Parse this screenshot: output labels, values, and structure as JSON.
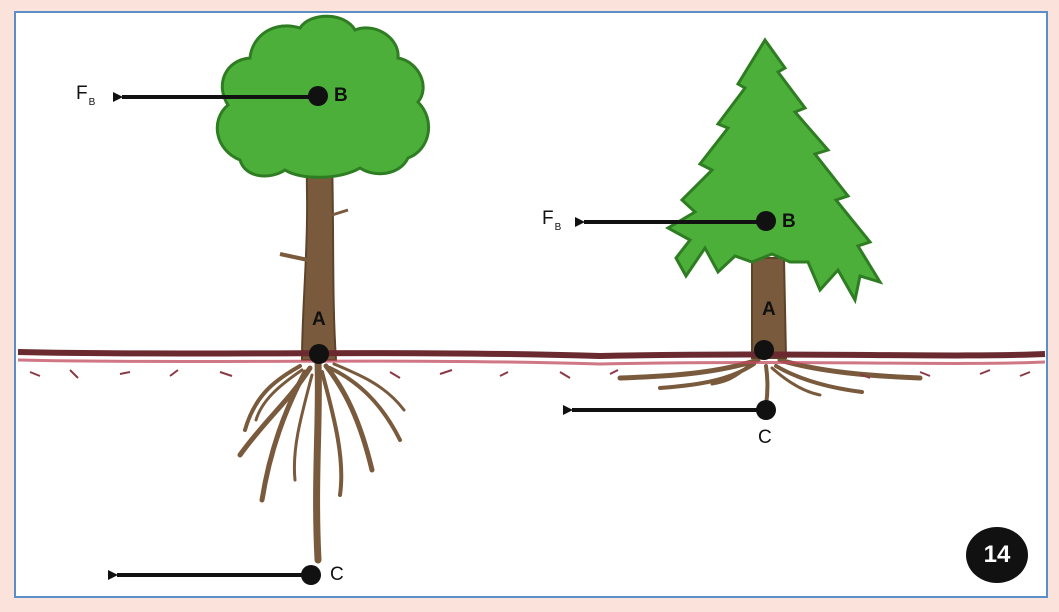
{
  "figure_number": "14",
  "force_symbol": "F",
  "force_subscript": "B",
  "deciduous_tree": {
    "labels": {
      "crown_point": "B",
      "ground_point": "A",
      "root_point": "C"
    }
  },
  "conifer_tree": {
    "labels": {
      "crown_point": "B",
      "ground_point": "A",
      "root_point": "C"
    }
  },
  "colors": {
    "background_frame": "#fbe3dc",
    "panel": "#ffffff",
    "panel_border": "#5a8fc7",
    "foliage": "#4caf3a",
    "foliage_edge": "#2f7d22",
    "trunk": "#7a5a3c",
    "ground_line": "#6a2a30",
    "arrow": "#111111"
  }
}
